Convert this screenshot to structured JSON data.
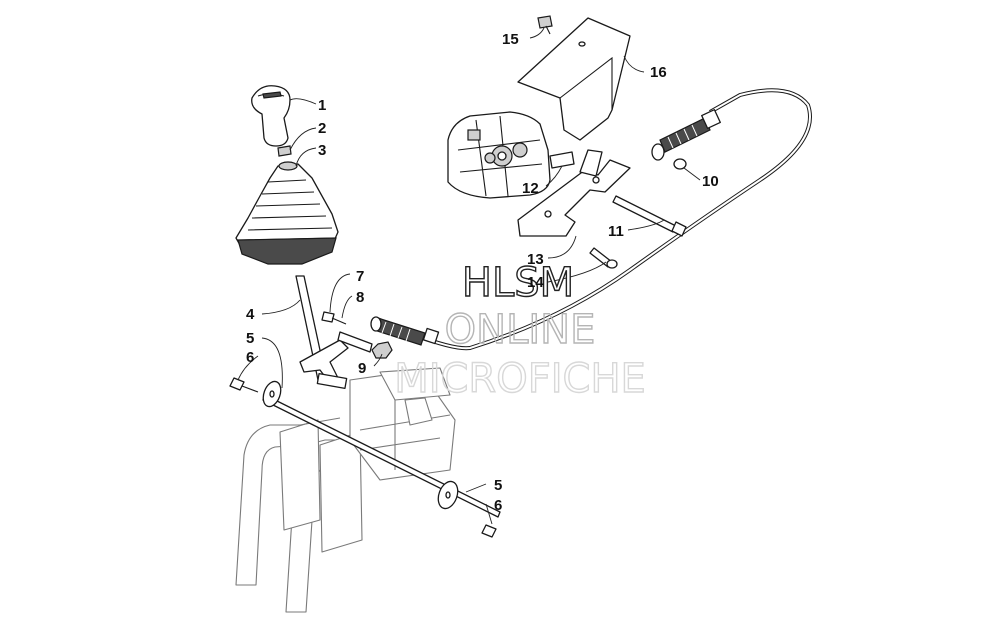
{
  "callouts": [
    {
      "id": "c1",
      "text": "1"
    },
    {
      "id": "c2",
      "text": "2"
    },
    {
      "id": "c3",
      "text": "3"
    },
    {
      "id": "c4",
      "text": "4"
    },
    {
      "id": "c5a",
      "text": "5"
    },
    {
      "id": "c6a",
      "text": "6"
    },
    {
      "id": "c7",
      "text": "7"
    },
    {
      "id": "c8",
      "text": "8"
    },
    {
      "id": "c9",
      "text": "9"
    },
    {
      "id": "c10",
      "text": "10"
    },
    {
      "id": "c11",
      "text": "11"
    },
    {
      "id": "c12",
      "text": "12"
    },
    {
      "id": "c13",
      "text": "13"
    },
    {
      "id": "c14",
      "text": "14"
    },
    {
      "id": "c15",
      "text": "15"
    },
    {
      "id": "c16",
      "text": "16"
    },
    {
      "id": "c5b",
      "text": "5"
    },
    {
      "id": "c6b",
      "text": "6"
    }
  ],
  "watermark": {
    "line1": "HLSM",
    "line2": "ONLINE",
    "line3": "MICROFICHE"
  }
}
